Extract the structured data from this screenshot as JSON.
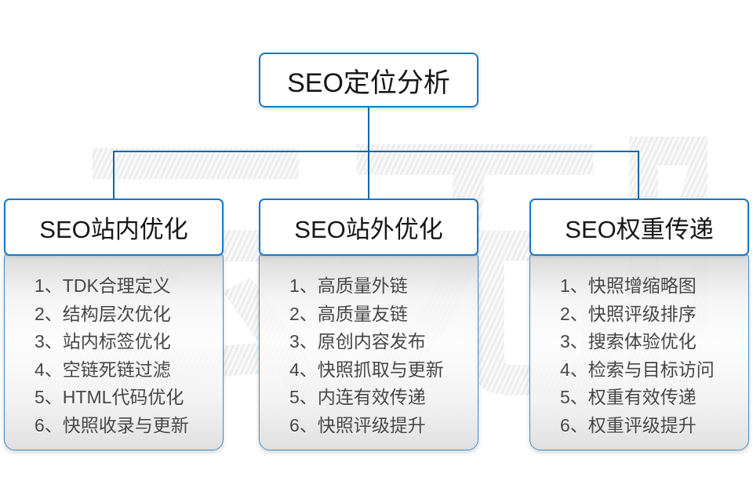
{
  "watermark": "云无限",
  "root": {
    "title": "SEO定位分析"
  },
  "columns": [
    {
      "title": "SEO站内优化",
      "items": [
        "1、TDK合理定义",
        "2、结构层次优化",
        "3、站内标签优化",
        "4、空链死链过滤",
        "5、HTML代码优化",
        "6、快照收录与更新"
      ]
    },
    {
      "title": "SEO站外优化",
      "items": [
        "1、高质量外链",
        "2、高质量友链",
        "3、原创内容发布",
        "4、快照抓取与更新",
        "5、内连有效传递",
        "6、快照评级提升"
      ]
    },
    {
      "title": "SEO权重传递",
      "items": [
        "1、快照增缩略图",
        "2、快照评级排序",
        "3、搜索体验优化",
        "4、检索与目标访问",
        "5、权重有效传递",
        "6、权重评级提升"
      ]
    }
  ],
  "colors": {
    "box_border_blue": "#1779c4",
    "connector_blue": "#0e67af",
    "title_text": "#161616",
    "item_text": "#454545",
    "panel_gray": "#e3e3e3"
  }
}
